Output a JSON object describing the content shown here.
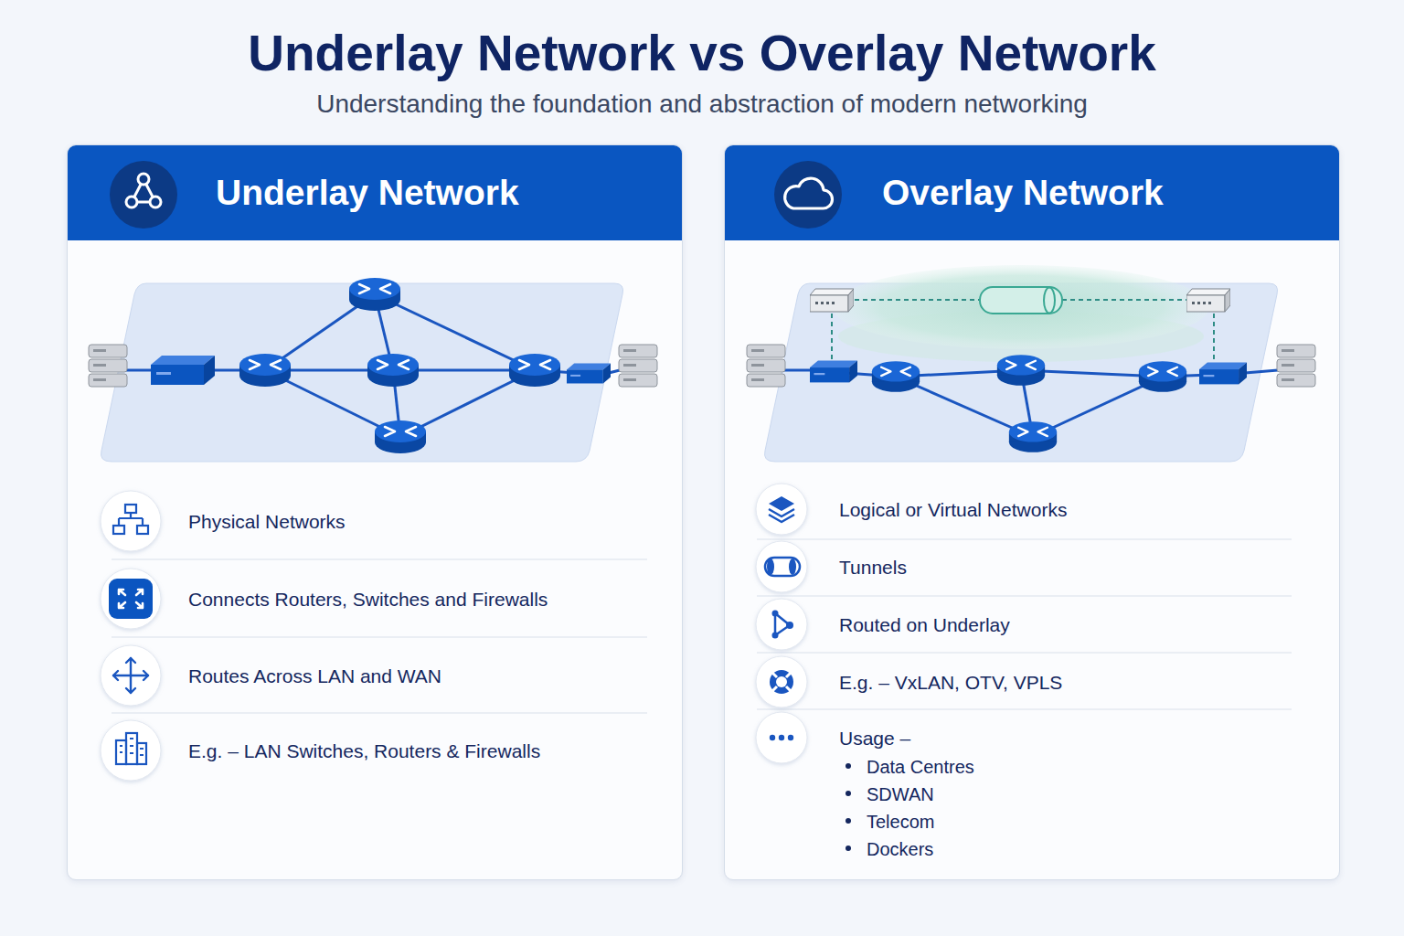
{
  "diagram": {
    "title": "Underlay Network vs Overlay Network",
    "caption": "Understanding the foundation and abstraction of modern networking",
    "nodes": [
      {
        "text": [
          "Underlay Network",
          "Physical Networks",
          "Connects Routers, Switches and Firewalls",
          "Routes Across LAN and WAN",
          "E.g. – LAN Switches, Routers & Firewalls"
        ]
      },
      {
        "text": [
          "Overlay Network",
          "Logical or Virtual Networks",
          "Tunnels",
          "Routed on Underlay",
          "E.g. – VxLAN, OTV, VPLS",
          "Usage –",
          "Data Centres",
          "SDWAN",
          "Telecom",
          "Dockers"
        ]
      }
    ]
  }
}
